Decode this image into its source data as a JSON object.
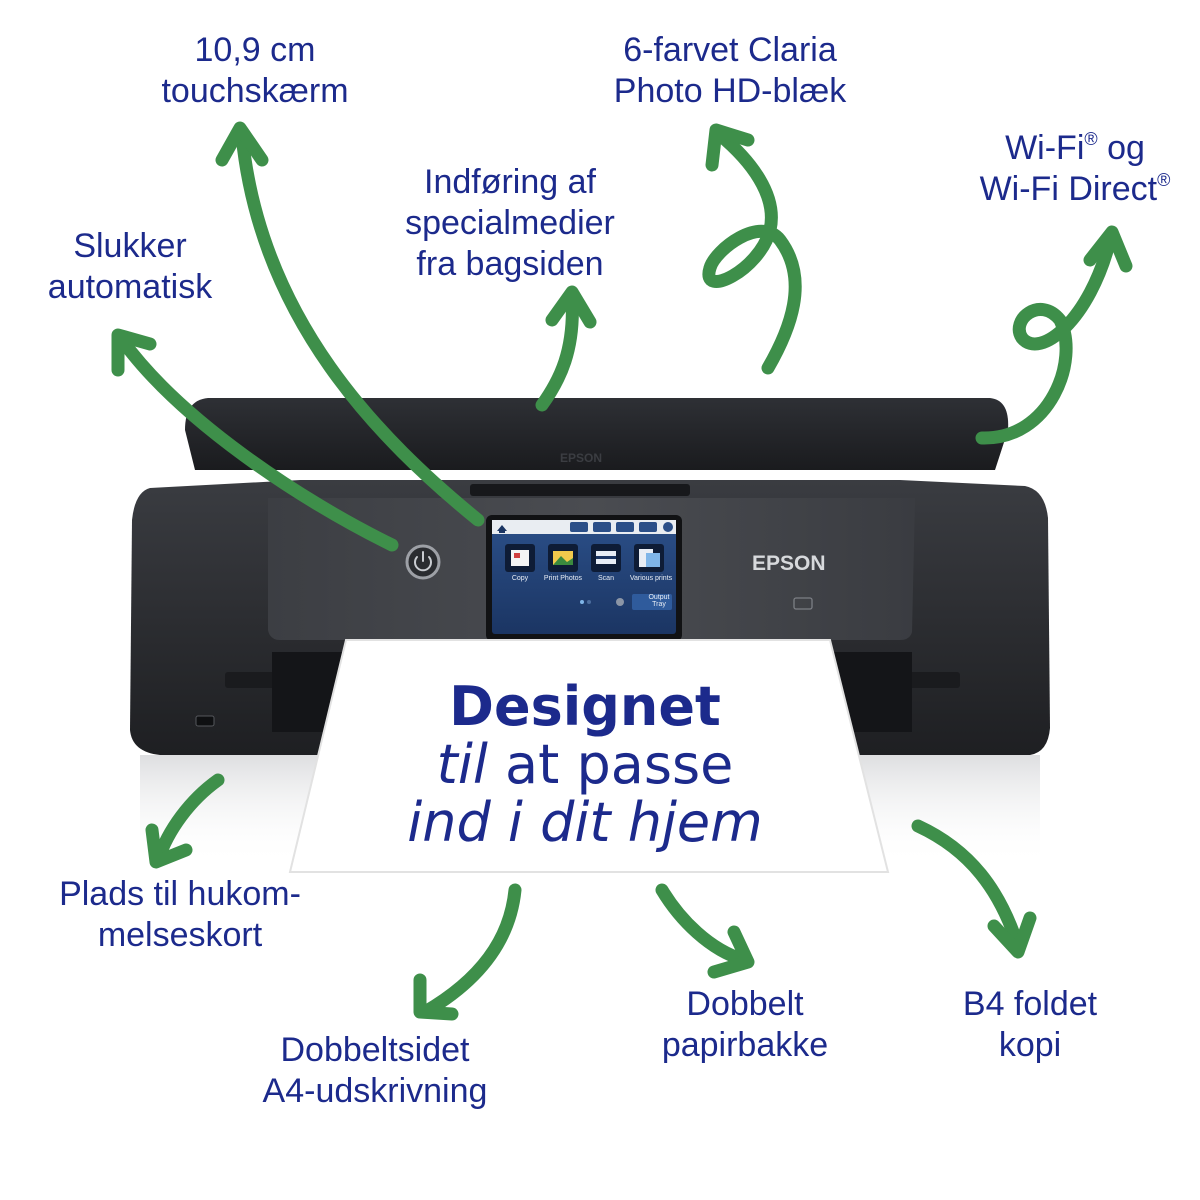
{
  "labels": {
    "touchscreen": {
      "line1": "10,9 cm",
      "line2": "touchskærm"
    },
    "ink": {
      "line1": "6-farvet Claria",
      "line2": "Photo HD-blæk"
    },
    "wifi": {
      "line1_a": "Wi-Fi",
      "line1_b": "og",
      "line2": "Wi-Fi Direct",
      "registered": "®"
    },
    "auto_off": {
      "line1": "Slukker",
      "line2": "automatisk"
    },
    "rear_feed": {
      "line1": "Indføring af",
      "line2": "specialmedier",
      "line3": "fra bagsiden"
    },
    "card_slot": {
      "line1": "Plads til hukom-",
      "line2": "melseskort"
    },
    "duplex": {
      "line1": "Dobbeltsidet",
      "line2": "A4-udskrivning"
    },
    "dual_tray": {
      "line1": "Dobbelt",
      "line2": "papirbakke"
    },
    "b4_copy": {
      "line1": "B4 foldet",
      "line2": "kopi"
    }
  },
  "paper": {
    "line1": "Designet",
    "line2_italic": "til",
    "line2_rest": "at passe",
    "line3": "ind i dit hjem"
  },
  "printer": {
    "brand": "EPSON",
    "lid_brand": "EPSON",
    "screen_items": [
      "Copy",
      "Print Photos",
      "Scan",
      "Various prints"
    ],
    "screen_tray_label_1": "Output",
    "screen_tray_label_2": "Tray"
  },
  "colors": {
    "text": "#1c2a8c",
    "arrow": "#3e8f4a",
    "printer_body": "#2b2d31"
  },
  "icons": [
    "power-icon",
    "home-icon",
    "ink-drop-icon",
    "wifi-icon",
    "help-icon",
    "copy-icon",
    "photo-icon",
    "scan-icon",
    "various-prints-icon",
    "wifi-logo-icon",
    "sd-card-slot-icon"
  ]
}
